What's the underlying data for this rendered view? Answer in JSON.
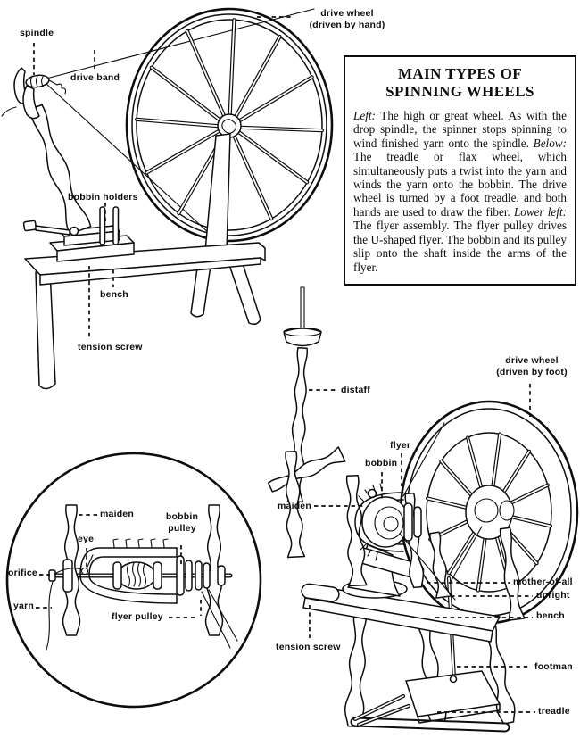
{
  "colors": {
    "ink": "#0d0d0d",
    "background": "#ffffff"
  },
  "panel": {
    "title_line1": "MAIN TYPES OF",
    "title_line2": "SPINNING WHEELS",
    "segments": [
      {
        "style": "italic",
        "text": "Left:"
      },
      {
        "style": "normal",
        "text": " The high or great wheel. As with the drop spindle, the spinner stops spinning to wind finished yarn onto the spindle. "
      },
      {
        "style": "italic",
        "text": "Below:"
      },
      {
        "style": "normal",
        "text": " The treadle or flax wheel, which simultaneously puts a twist into the yarn and winds the yarn onto the bobbin. The drive wheel is turned by a foot treadle, and both hands are used to draw the fiber. "
      },
      {
        "style": "italic",
        "text": "Lower left:"
      },
      {
        "style": "normal",
        "text": " The flyer assembly.  The flyer pulley drives the U-shaped flyer. The bobbin and its pulley slip onto the shaft inside the arms of the flyer."
      }
    ]
  },
  "great_wheel": {
    "labels": {
      "spindle": "spindle",
      "drive_band": "drive band",
      "drive_wheel_line1": "drive wheel",
      "drive_wheel_line2": "(driven by hand)",
      "bobbin_holders": "bobbin holders",
      "bench": "bench",
      "tension_screw": "tension screw"
    }
  },
  "treadle_wheel": {
    "labels": {
      "distaff": "distaff",
      "drive_wheel_line1": "drive wheel",
      "drive_wheel_line2": "(driven by foot)",
      "flyer": "flyer",
      "bobbin": "bobbin",
      "maiden": "maiden",
      "mother_of_all": "mother-of-all",
      "upright": "upright",
      "bench": "bench",
      "tension_screw": "tension screw",
      "footman": "footman",
      "treadle": "treadle"
    }
  },
  "flyer_inset": {
    "labels": {
      "maiden": "maiden",
      "eye": "eye",
      "orifice": "orifice",
      "yarn": "yarn",
      "bobbin_pulley_line1": "bobbin",
      "bobbin_pulley_line2": "pulley",
      "flyer_pulley": "flyer pulley"
    }
  }
}
